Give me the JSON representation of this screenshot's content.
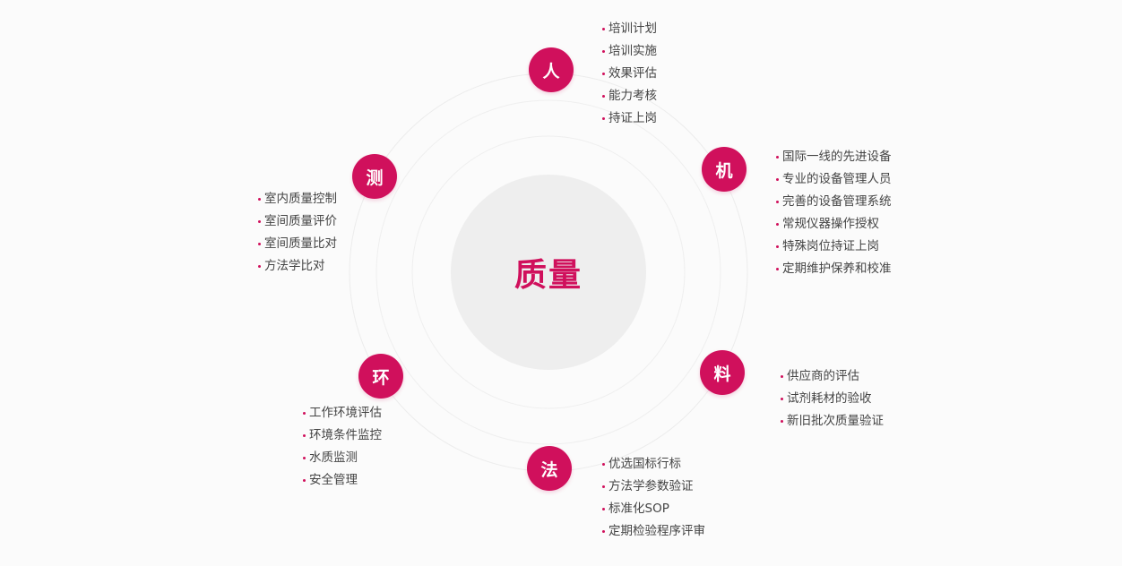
{
  "center": {
    "label": "质量"
  },
  "nodes": [
    {
      "label": "人",
      "items": [
        "培训计划",
        "培训实施",
        "效果评估",
        "能力考核",
        "持证上岗"
      ]
    },
    {
      "label": "机",
      "items": [
        "国际一线的先进设备",
        "专业的设备管理人员",
        "完善的设备管理系统",
        "常规仪器操作授权",
        "特殊岗位持证上岗",
        "定期维护保养和校准"
      ]
    },
    {
      "label": "料",
      "items": [
        "供应商的评估",
        "试剂耗材的验收",
        "新旧批次质量验证"
      ]
    },
    {
      "label": "法",
      "items": [
        "优选国标行标",
        "方法学参数验证",
        "标准化SOP",
        "定期检验程序评审"
      ]
    },
    {
      "label": "环",
      "items": [
        "工作环境评估",
        "环境条件监控",
        "水质监测",
        "安全管理"
      ]
    },
    {
      "label": "测",
      "items": [
        "室内质量控制",
        "室间质量评价",
        "室间质量比对",
        "方法学比对"
      ]
    }
  ],
  "colors": {
    "accent": "#d0105c",
    "center_disc": "#eeeeee",
    "ring": "#ececec",
    "text": "#444444",
    "background": "#fbfbfb"
  }
}
